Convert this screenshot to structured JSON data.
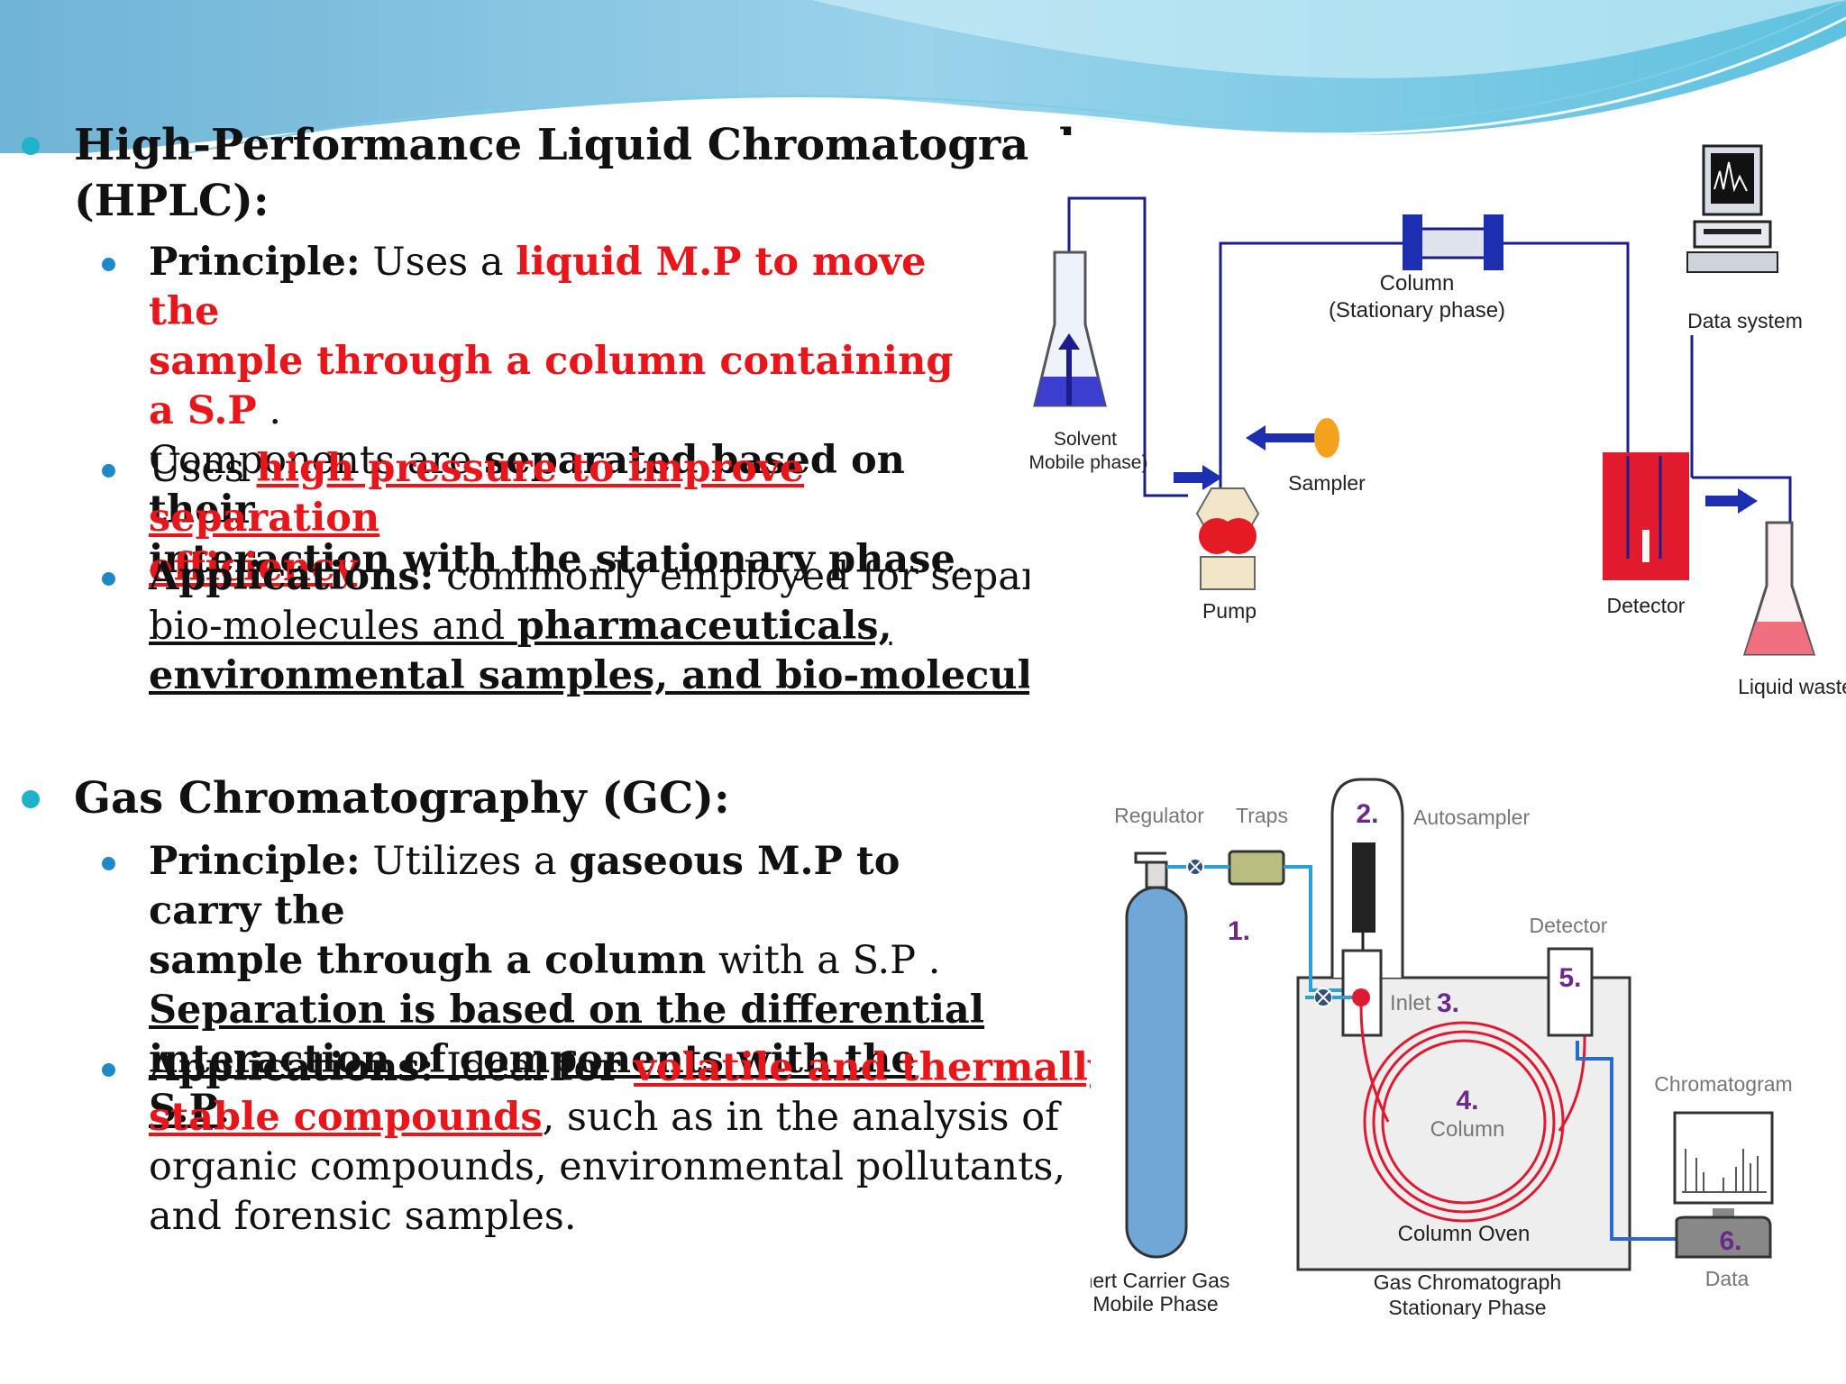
{
  "hplc": {
    "title_line1": "High-Performance Liquid Chromatography",
    "title_line2": "(HPLC):",
    "principle": {
      "label": "Principle:",
      "t1": " Uses a ",
      "red1": "liquid M.P to move the",
      "red2": "sample through a column containing a S.P",
      "t2": " .",
      "t3": "Components are ",
      "b1": "separated based on their",
      "b2": "interaction with the stationary phase",
      "t4": "."
    },
    "pressure": {
      "t1": "Uses ",
      "red1": "high pressure to improve separation",
      "red2": "efficiency"
    },
    "applications": {
      "label": "Applications:",
      "t1": " commonly employed for separating",
      "u1": "bio-molecules and ",
      "ub1": "pharmaceuticals,",
      "ub2": "environmental samples, and bio-molecules",
      "b_end": "."
    },
    "diagram": {
      "solvent_line1": "Solvent",
      "solvent_line2": "(Mobile phase)",
      "pump": "Pump",
      "sampler": "Sampler",
      "column_line1": "Column",
      "column_line2": "(Stationary phase)",
      "detector": "Detector",
      "data_system": "Data system",
      "liquid_waste": "Liquid waste"
    }
  },
  "gc": {
    "title": "Gas Chromatography (GC):",
    "principle": {
      "label": "Principle:",
      "t1": " Utilizes a ",
      "b1": "gaseous M.P to carry the",
      "b2": "sample through a column",
      "t2": " with a S.P .",
      "ub1": "Separation is based on the differential",
      "ub2": "interaction of components with the S.P",
      "t3": "."
    },
    "applications": {
      "label": "Applications:",
      "t1": " Ideal ",
      "b1": "for ",
      "ru1": "volatile and thermally",
      "ru2": "stable compounds",
      "t2": ", such as in the analysis of",
      "t3": "organic compounds, environmental pollutants,",
      "t4": "and forensic samples."
    },
    "diagram": {
      "regulator": "Regulator",
      "traps": "Traps",
      "n1": "1.",
      "n2": "2.",
      "autosampler": "Autosampler",
      "inlet": "Inlet",
      "n3": "3.",
      "n4": "4.",
      "column": "Column",
      "n5": "5.",
      "detector": "Detector",
      "chromatogram": "Chromatogram",
      "n6": "6.",
      "data": "Data",
      "column_oven": "Column Oven",
      "gc_line1": "Gas Chromatograph",
      "gc_line2": "Stationary Phase",
      "carrier_line1": "nert Carrier Gas",
      "carrier_line2": "Mobile Phase"
    }
  },
  "colors": {
    "accent_red": "#e8161b",
    "bullet_teal": "#1fb3c7",
    "bullet_blue": "#1e88c9",
    "flow_blue": "#1c1c8c",
    "gc_blue": "#2aa0d8",
    "gc_red": "#e01830",
    "gc_purple": "#6a2a8a"
  }
}
